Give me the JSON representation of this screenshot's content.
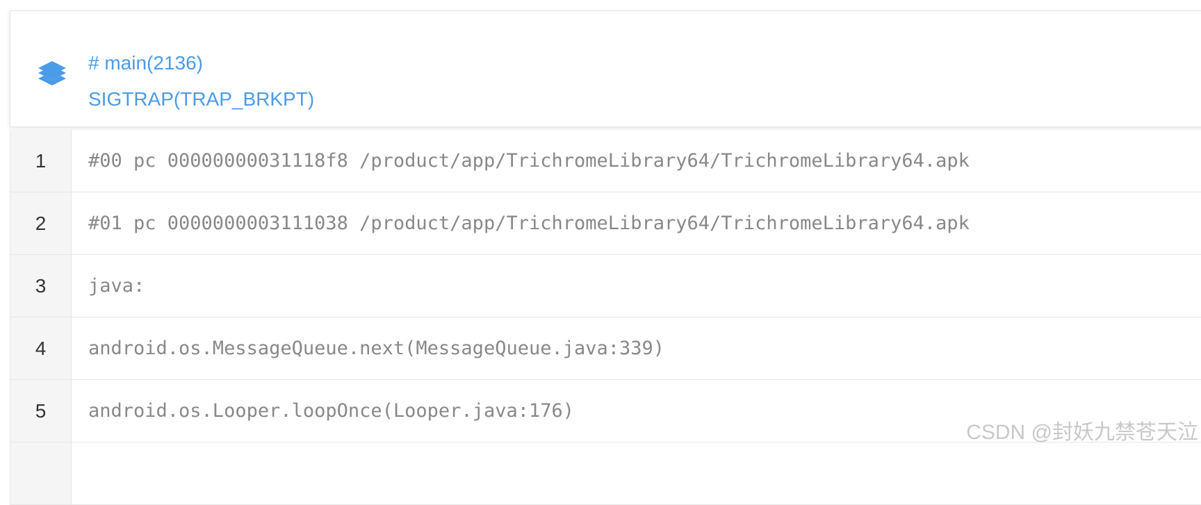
{
  "header": {
    "icon": "layers-icon",
    "thread_name": "# main(2136)",
    "signal": "SIGTRAP(TRAP_BRKPT)"
  },
  "code_lines": [
    {
      "number": "1",
      "text": "#00 pc 00000000031118f8 /product/app/TrichromeLibrary64/TrichromeLibrary64.apk"
    },
    {
      "number": "2",
      "text": "#01 pc 0000000003111038 /product/app/TrichromeLibrary64/TrichromeLibrary64.apk"
    },
    {
      "number": "3",
      "text": "java:"
    },
    {
      "number": "4",
      "text": "android.os.MessageQueue.next(MessageQueue.java:339)"
    },
    {
      "number": "5",
      "text": "android.os.Looper.loopOnce(Looper.java:176)"
    },
    {
      "number": "",
      "text": ""
    }
  ],
  "watermark": "CSDN @封妖九禁苍天泣",
  "colors": {
    "accent": "#4a9be8",
    "code_text": "#888888",
    "line_number_bg": "#f5f5f5"
  }
}
